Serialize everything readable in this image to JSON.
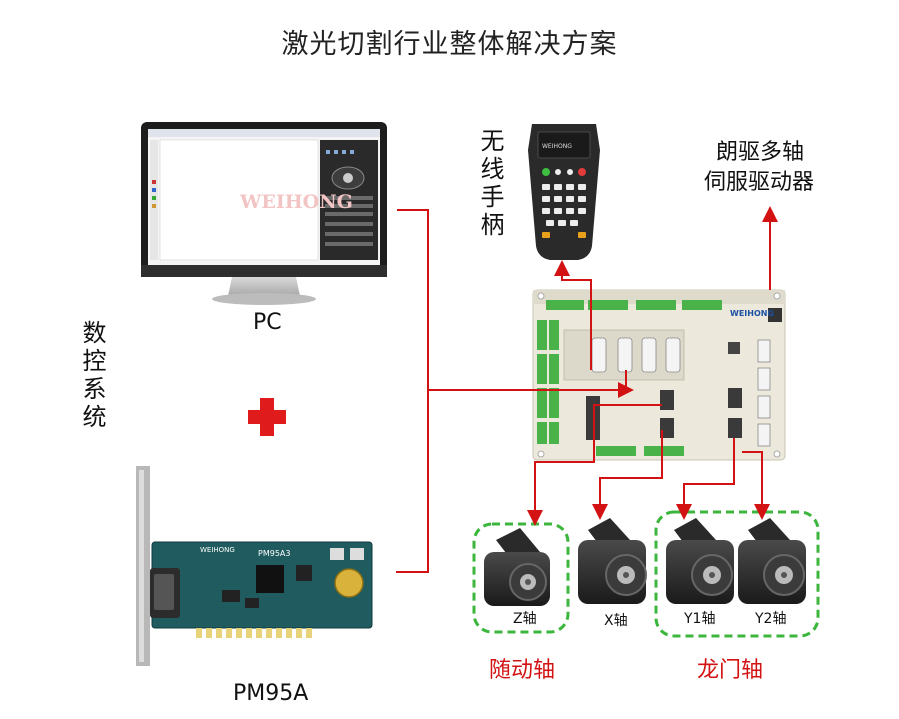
{
  "title": "激光切割行业整体解决方案",
  "pc": {
    "label": "PC",
    "logo": "WEIHONG"
  },
  "card": {
    "label": "PM95A",
    "brand": "WEIHONG",
    "model": "PM95A3"
  },
  "numeric_control": {
    "label": "数控系统"
  },
  "handwheel": {
    "label": "无线手柄",
    "brand": "WEIHONG"
  },
  "servo": {
    "line1": "朗驱多轴",
    "line2": "伺服驱动器"
  },
  "controller": {
    "brand": "WEIHONG"
  },
  "motors": [
    {
      "label": "Z轴"
    },
    {
      "label": "X轴"
    },
    {
      "label": "Y1轴"
    },
    {
      "label": "Y2轴"
    }
  ],
  "groups": {
    "follow": "随动轴",
    "gantry": "龙门轴"
  },
  "colors": {
    "line": "#d31313",
    "dash": "#3cb63c",
    "cross": "#e01b1b"
  }
}
